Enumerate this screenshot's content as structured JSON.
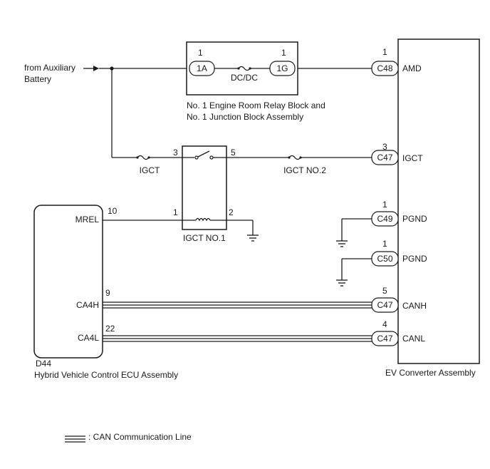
{
  "source": {
    "line1": "from Auxiliary",
    "line2": "Battery"
  },
  "relay_block": {
    "label_line1": "No. 1 Engine Room Relay Block and",
    "label_line2": "No. 1 Junction Block Assembly",
    "fuse": "DC/DC",
    "in_connector": "1A",
    "in_pin": "1",
    "out_connector": "1G",
    "out_pin": "1"
  },
  "fuses": {
    "igct": "IGCT",
    "igct_no2": "IGCT NO.2"
  },
  "igct_relay": {
    "label": "IGCT NO.1",
    "switch_in_pin": "3",
    "switch_out_pin": "5",
    "coil_in_pin": "1",
    "coil_out_pin": "2"
  },
  "ecu": {
    "code": "D44",
    "name": "Hybrid Vehicle Control ECU Assembly",
    "pins": [
      {
        "name": "MREL",
        "num": "10"
      },
      {
        "name": "CA4H",
        "num": "9"
      },
      {
        "name": "CA4L",
        "num": "22"
      }
    ]
  },
  "converter": {
    "name": "EV Converter Assembly",
    "terminals": [
      {
        "name": "AMD",
        "connector": "C48",
        "pin": "1"
      },
      {
        "name": "IGCT",
        "connector": "C47",
        "pin": "3"
      },
      {
        "name": "PGND",
        "connector": "C49",
        "pin": "1"
      },
      {
        "name": "PGND",
        "connector": "C50",
        "pin": "1"
      },
      {
        "name": "CANH",
        "connector": "C47",
        "pin": "5"
      },
      {
        "name": "CANL",
        "connector": "C47",
        "pin": "4"
      }
    ]
  },
  "legend": {
    "label": ": CAN Communication Line"
  }
}
